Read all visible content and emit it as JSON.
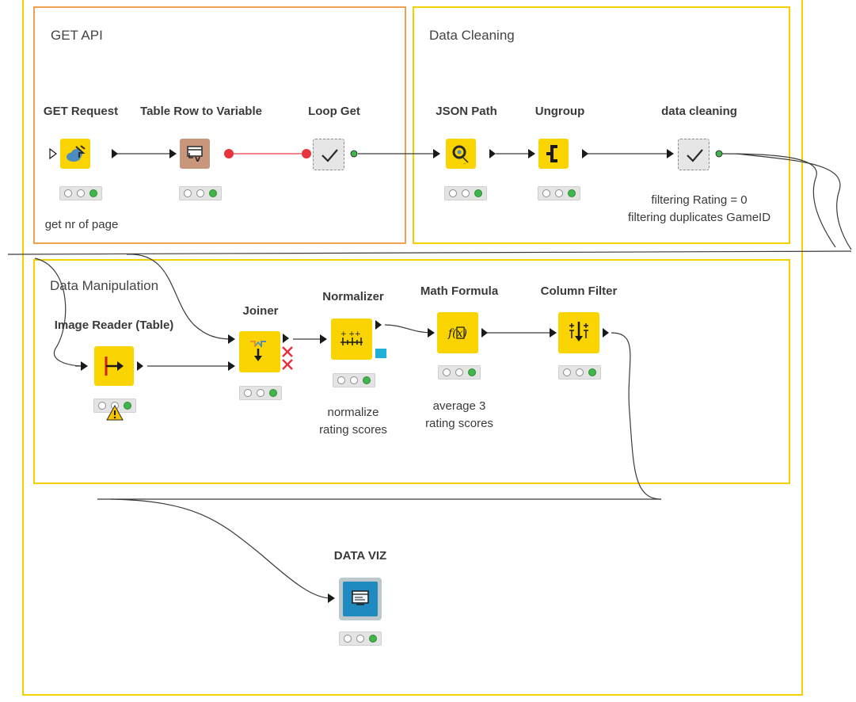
{
  "annotations": [
    {
      "id": "get-api",
      "title": "GET API",
      "color": "#f0a050"
    },
    {
      "id": "data-cleaning",
      "title": "Data Cleaning",
      "color": "#f5d000"
    },
    {
      "id": "data-manipulation",
      "title": "Data Manipulation",
      "color": "#f5d000"
    }
  ],
  "nodes": [
    {
      "id": "get-request",
      "label": "GET Request",
      "icon": "cloud-download-icon",
      "color": "#f9d400"
    },
    {
      "id": "table-row-to-variable",
      "label": "Table Row to Variable",
      "icon": "table-to-variable-icon",
      "color": "#c8967a"
    },
    {
      "id": "loop-get",
      "label": "Loop Get",
      "icon": "checkmark-icon",
      "color": "#e6e6e6"
    },
    {
      "id": "json-path",
      "label": "JSON Path",
      "icon": "json-path-icon",
      "color": "#f9d400"
    },
    {
      "id": "ungroup",
      "label": "Ungroup",
      "icon": "ungroup-icon",
      "color": "#f9d400"
    },
    {
      "id": "data-cleaning-node",
      "label": "data cleaning",
      "icon": "checkmark-icon",
      "color": "#e6e6e6"
    },
    {
      "id": "image-reader",
      "label": "Image Reader (Table)",
      "icon": "image-reader-icon",
      "color": "#f9d400"
    },
    {
      "id": "joiner",
      "label": "Joiner",
      "icon": "joiner-icon",
      "color": "#f9d400"
    },
    {
      "id": "normalizer",
      "label": "Normalizer",
      "icon": "normalizer-icon",
      "color": "#f9d400"
    },
    {
      "id": "math-formula",
      "label": "Math Formula",
      "icon": "function-icon",
      "color": "#f9d400"
    },
    {
      "id": "column-filter",
      "label": "Column Filter",
      "icon": "column-filter-icon",
      "color": "#f9d400"
    },
    {
      "id": "data-viz",
      "label": "DATA VIZ",
      "icon": "view-icon",
      "color": "#bcc8cc"
    }
  ],
  "comments": {
    "get_request": "get nr of page",
    "data_cleaning": [
      "filtering Rating = 0",
      "filtering duplicates GameID"
    ],
    "normalizer": [
      "normalize",
      "rating scores"
    ],
    "math_formula": [
      "average 3",
      "rating scores"
    ]
  },
  "colors": {
    "node_yellow": "#f9d400",
    "variable_port": "#e8323c",
    "status_green": "#3fb54a",
    "warning": "#f5c400"
  }
}
